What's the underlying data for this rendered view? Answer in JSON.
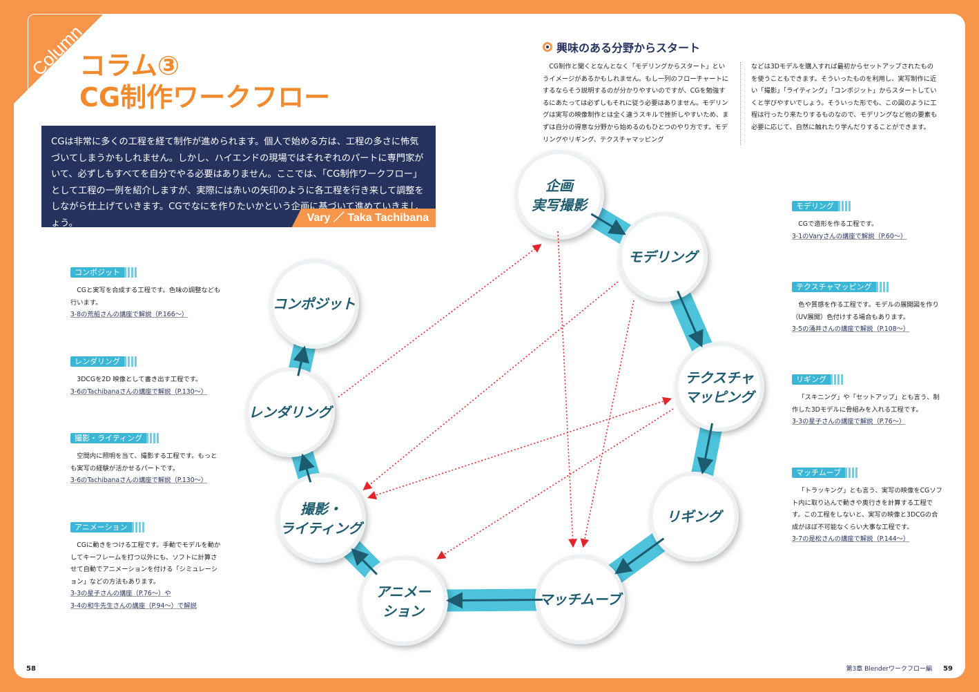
{
  "corner_label": "Column",
  "title_line1": "コラム③",
  "title_line2": "CG制作ワークフロー",
  "intro": "CGは非常に多くの工程を経て制作が進められます。個人で始める方は、工程の多さに怖気づいてしまうかもしれません。しかし、ハイエンドの現場ではそれぞれのパートに専門家がいて、必ずしもすべてを自分でやる必要はありません。ここでは、「CG制作ワークフロー」として工程の一例を紹介しますが、実際には赤いの矢印のように各工程を行き来して調整をしながら仕上げていきます。CGでなにを作りたいかという企画に基づいて進めていきましょう。",
  "byline": "Vary ／ Taka Tachibana",
  "section": {
    "heading": "興味のある分野からスタート",
    "col1": "CG制作と聞くとなんとなく「モデリングからスタート」というイメージがあるかもしれません。もし一列のフローチャートにするならそう説明するのが分かりやすいのですが、CGを勉強するにあたっては必ずしもそれに従う必要はありません。モデリングは実写の映像制作とは全く違うスキルで挫折しやすいため、まずは自分の得意な分野から始めるのもひとつのやり方です。モデリングやリギング、テクスチャマッピング",
    "col2": "などは3Dモデルを購入すれば最初からセットアップされたものを使うこともできます。そういったものを利用し、実写制作に近い「撮影」「ライティング」「コンポジット」からスタートしていくと学びやすいでしょう。そういった形でも、この図のように工程は行ったり来たりするものなので、モデリングなど他の要素も必要に応じて、自然に触れたり学んだりすることができます。"
  },
  "nodes": [
    {
      "l1": "企画",
      "l2": "実写撮影"
    },
    {
      "l1": "モデリング",
      "l2": ""
    },
    {
      "l1": "テクスチャ",
      "l2": "マッピング"
    },
    {
      "l1": "リギング",
      "l2": ""
    },
    {
      "l1": "マッチムーブ",
      "l2": ""
    },
    {
      "l1": "アニメー",
      "l2": "ション"
    },
    {
      "l1": "撮影・",
      "l2": "ライティング"
    },
    {
      "l1": "レンダリング",
      "l2": ""
    },
    {
      "l1": "コンポジット",
      "l2": ""
    }
  ],
  "notes_left": [
    {
      "tag": "コンポジット",
      "desc": "CGと実写を合成する工程です。色味の調整なども行います。",
      "links": [
        "3-8の荒船さんの講座で解説（P.166～）"
      ]
    },
    {
      "tag": "レンダリング",
      "desc": "3DCGを2D 映像として書き出す工程です。",
      "links": [
        "3-6のTachibanaさんの講座で解説（P.130～）"
      ]
    },
    {
      "tag": "撮影・ライティング",
      "desc": "空間内に照明を当て、撮影する工程です。もっとも実写の経験が活かせるパートです。",
      "links": [
        "3-6のTachibanaさんの講座で解説（P.130～）"
      ]
    },
    {
      "tag": "アニメーション",
      "desc": "CGに動きをつける工程です。手動でモデルを動かしてキーフレームを打つ以外にも、ソフトに計算させて自動でアニメーションを付ける「シミュレーション」などの方法もあります。",
      "links": [
        "3-3の星子さんの講座（P.76～）や",
        "3-4の和牛先生さんの講座（P.94～）で解説"
      ]
    }
  ],
  "notes_right": [
    {
      "tag": "モデリング",
      "desc": "CGで造形を作る工程です。",
      "links": [
        "3-1のVaryさんの講座で解説（P.60～）"
      ]
    },
    {
      "tag": "テクスチャマッピング",
      "desc": "色や質感を作る工程です。モデルの展開図を作り（UV展開）色付けする場合もあります。",
      "links": [
        "3-5の涌井さんの講座で解説（P.108～）"
      ]
    },
    {
      "tag": "リギング",
      "desc": "「スキニング」や「セットアップ」とも言う、制作した3Dモデルに骨組みを入れる工程です。",
      "links": [
        "3-3の星子さんの講座で解説（P.76～）"
      ]
    },
    {
      "tag": "マッチムーブ",
      "desc": "「トラッキング」とも言う、実写の映像をCGソフト内に取り込んで動きや奥行きを計算する工程です。この工程をしないと、実写の映像と3DCGの合成がほぼ不可能なくらい大事な工程です。",
      "links": [
        "3-7の是松さんの講座で解説（P.144～）"
      ]
    }
  ],
  "page_left": "58",
  "page_right": "59",
  "footer": "第3章 Blenderワークフロー編",
  "colors": {
    "orange": "#f7954a",
    "navy": "#26325e",
    "cyan": "#4dc3dc",
    "teal": "#1d5c6e",
    "red": "#e0262b"
  }
}
